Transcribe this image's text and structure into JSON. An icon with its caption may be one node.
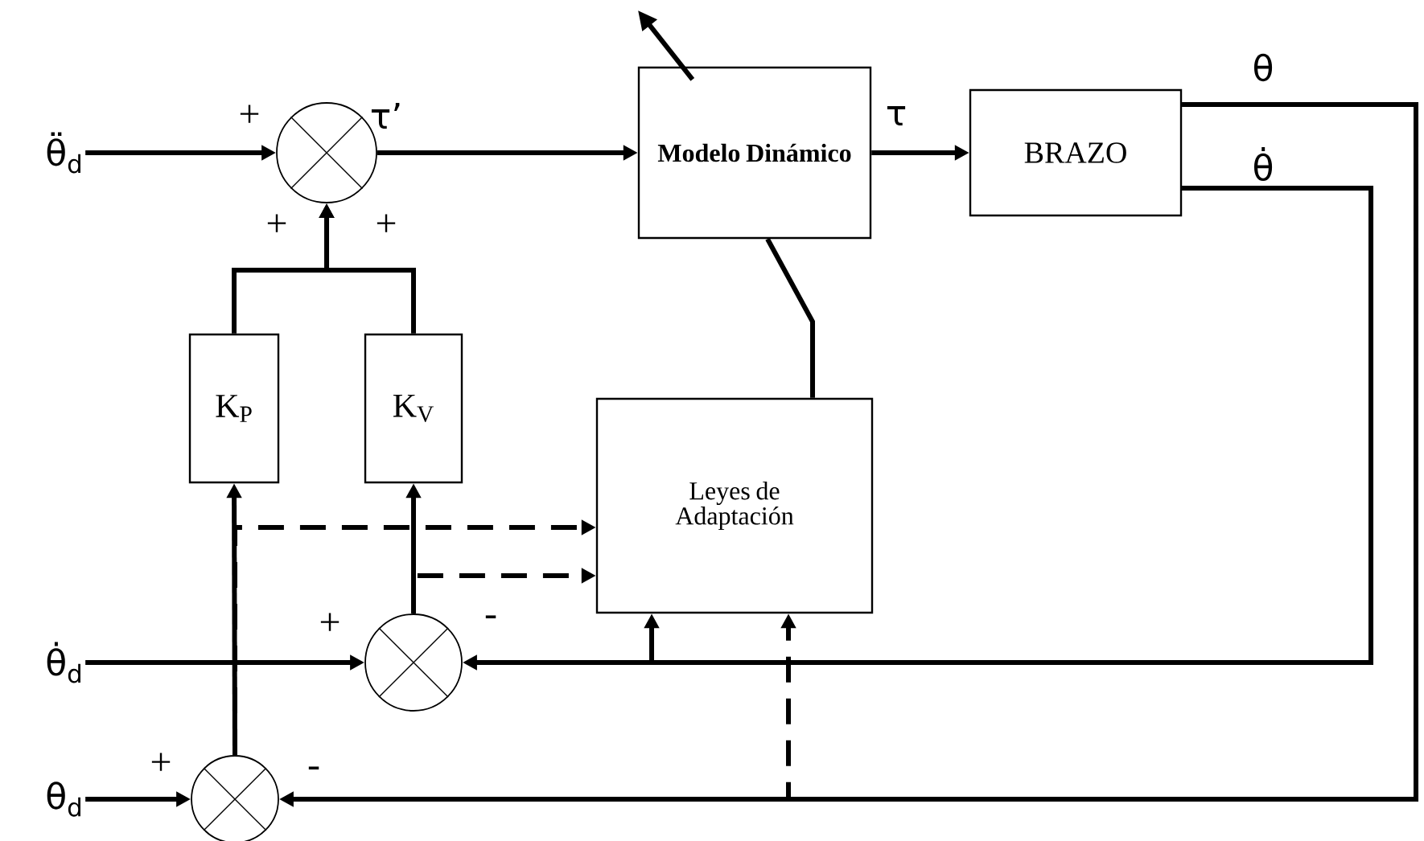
{
  "diagram": {
    "nodes": [
      {
        "text": [
          "θ̈$_{d}$"
        ]
      },
      {
        "text": [],
        "shape": "circle"
      },
      {
        "text": [
          "Modelo Dinámico"
        ]
      },
      {
        "text": [
          "BRAZO"
        ]
      },
      {
        "text": [
          "K$_{P}$"
        ]
      },
      {
        "text": [
          "K$_{V}$"
        ]
      },
      {
        "text": [
          "Leyes de Adaptación"
        ]
      },
      {
        "text": [
          "θ̇$_{d}$"
        ]
      },
      {
        "text": [],
        "shape": "circle"
      },
      {
        "text": [
          "θ$_{d}$"
        ]
      },
      {
        "text": [],
        "shape": "circle"
      }
    ],
    "edges": [
      {
        "from": 0,
        "to": 1,
        "arrow": "to"
      },
      {
        "from": 1,
        "to": 2,
        "arrow": "to",
        "label": "τ’"
      },
      {
        "from": 2,
        "to": 3,
        "arrow": "to",
        "label": "τ"
      },
      {
        "from": 4,
        "to": 1,
        "arrow": "to"
      },
      {
        "from": 5,
        "to": 1,
        "arrow": "to"
      },
      {
        "from": 3,
        "to": 8,
        "arrow": "to",
        "label": "θ̇"
      },
      {
        "from": 3,
        "to": 10,
        "arrow": "to",
        "label": "θ"
      },
      {
        "from": 3,
        "to": 6,
        "arrow": "to"
      },
      {
        "from": 3,
        "to": 6,
        "arrow": "to",
        "style": "dashed"
      },
      {
        "from": 10,
        "to": 4,
        "arrow": "to"
      },
      {
        "from": 8,
        "to": 5,
        "arrow": "to"
      },
      {
        "from": 10,
        "to": 6,
        "arrow": "to",
        "style": "dashed"
      },
      {
        "from": 8,
        "to": 6,
        "arrow": "to",
        "style": "dashed"
      },
      {
        "from": 7,
        "to": 8,
        "arrow": "to"
      },
      {
        "from": 9,
        "to": 10,
        "arrow": "to"
      },
      {
        "from": 6,
        "to": 2,
        "arrow": "none"
      }
    ],
    "labels": [
      "+",
      "+",
      "+",
      "+",
      "-",
      "+",
      "-"
    ]
  }
}
